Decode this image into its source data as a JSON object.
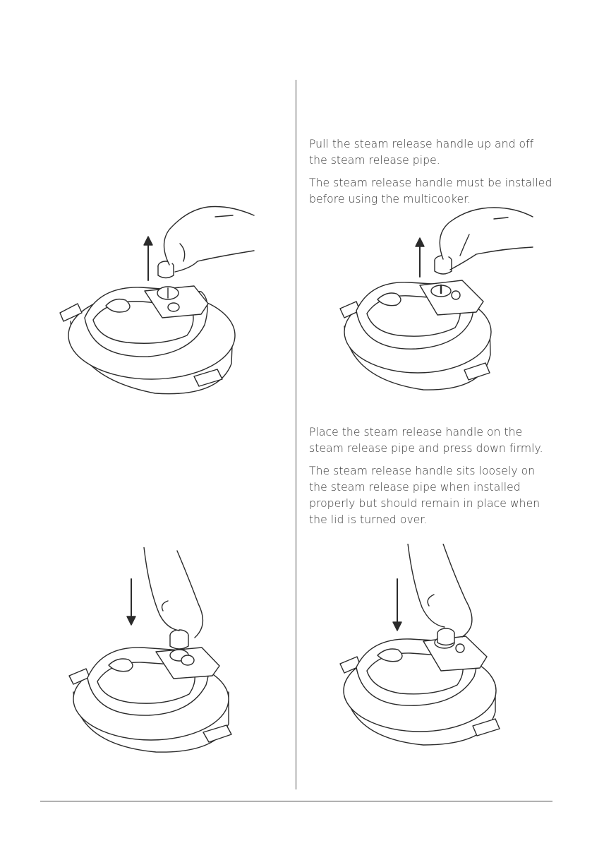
{
  "steps": {
    "remove": {
      "instruction": "Pull the steam release handle up and off the steam release pipe.",
      "note": "The steam release handle must be installed before using the multicooker."
    },
    "install": {
      "instruction": "Place the steam release handle on the steam release pipe and press down firmly.",
      "note": "The steam release handle sits loosely on the steam release pipe when installed properly but should remain in place when the lid is turned over."
    }
  },
  "illustrations": [
    {
      "id": "remove-handle-lid-a",
      "arrow": "up",
      "icon": "pressure-cooker-lid-icon"
    },
    {
      "id": "remove-handle-lid-b",
      "arrow": "up",
      "icon": "pressure-cooker-lid-icon"
    },
    {
      "id": "install-handle-lid-a",
      "arrow": "down",
      "icon": "pressure-cooker-lid-icon"
    },
    {
      "id": "install-handle-lid-b",
      "arrow": "down",
      "icon": "pressure-cooker-lid-icon"
    }
  ],
  "colors": {
    "line": "#2b2b2b",
    "text": "#3a3a3a",
    "divider": "#4a4a4a"
  }
}
